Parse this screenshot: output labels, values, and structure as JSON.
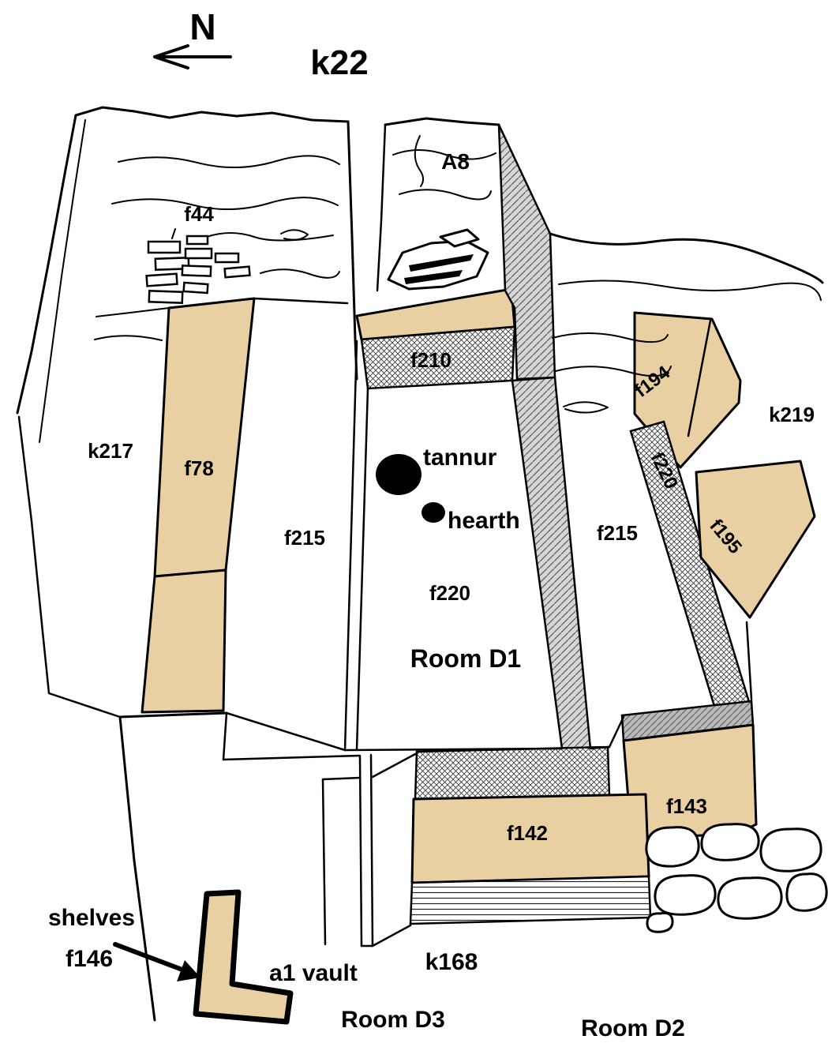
{
  "diagram": {
    "kind": "archaeological-excavation-plan",
    "title": "k22",
    "north": "N",
    "labels": {
      "a8": "A8",
      "f44": "f44",
      "k217": "k217",
      "f78": "f78",
      "f210": "f210",
      "tannur": "tannur",
      "hearth": "hearth",
      "f215_left": "f215",
      "f215_right": "f215",
      "f220_center": "f220",
      "room_d1": "Room D1",
      "f194": "f194",
      "k219": "k219",
      "f220_right": "f220",
      "f195": "f195",
      "f143": "f143",
      "f142": "f142",
      "k168": "k168",
      "shelves": "shelves",
      "f146": "f146",
      "a1_vault": "a1 vault",
      "room_d3": "Room D3",
      "room_d2": "Room D2"
    },
    "colors": {
      "mudbrick": "#E8D0A2",
      "ink": "#000000",
      "paper": "#FFFFFF",
      "hatch_gray": "#B9B9B9"
    },
    "markers": {
      "tannur": "large filled circle",
      "hearth": "small filled circle"
    }
  }
}
